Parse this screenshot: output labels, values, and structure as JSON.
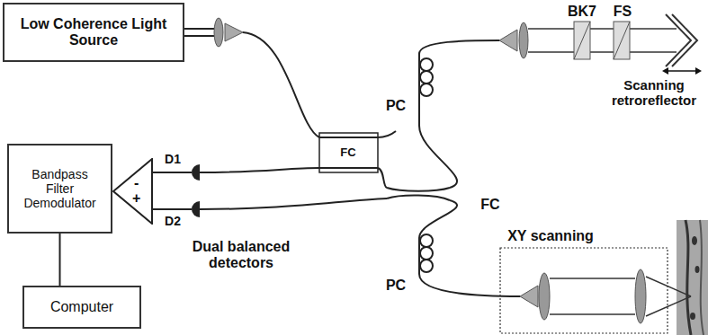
{
  "diagram": {
    "nodes": [
      {
        "text": [
          "Low Coherence Light Source"
        ]
      },
      {
        "text": [
          "Bandpass Filter Demodulator"
        ]
      },
      {
        "text": [
          "-",
          "+"
        ]
      },
      {
        "text": [
          "Computer"
        ]
      }
    ],
    "edges": [
      {
        "from": 1,
        "to": 3,
        "arrow": "none"
      }
    ],
    "labels": [
      "FC",
      "FC",
      "D1",
      "D2",
      "Dual balanced detectors",
      "PC",
      "PC",
      "BK7",
      "FS",
      "Scanning retroreflector",
      "XY scanning"
    ]
  }
}
